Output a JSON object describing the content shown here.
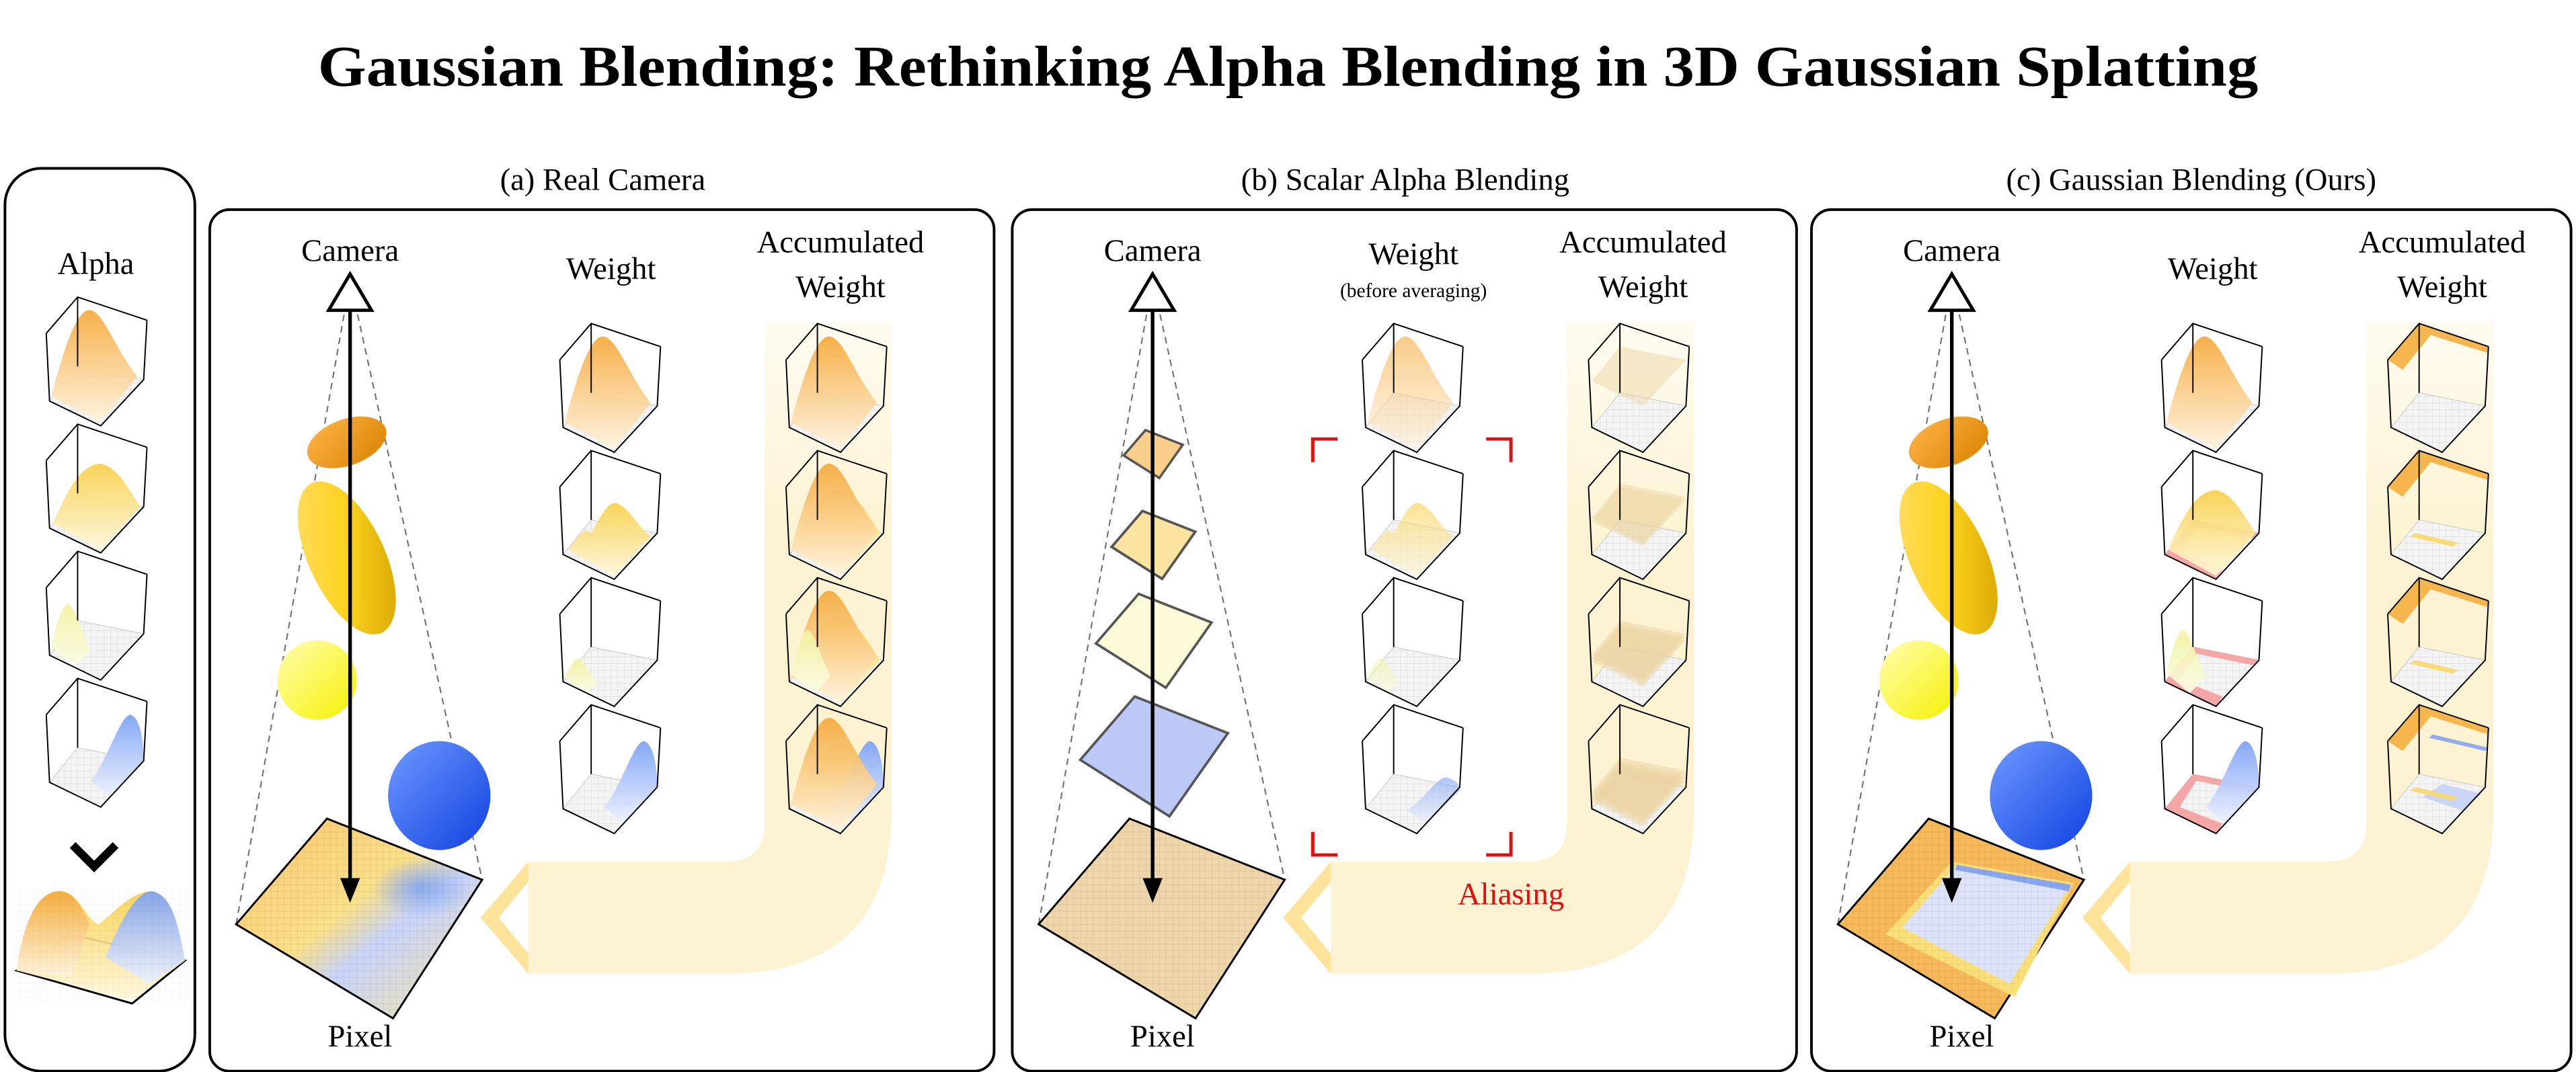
{
  "title": "Gaussian Blending: Rethinking Alpha Blending in 3D Gaussian Splatting",
  "alpha_panel": {
    "label": "Alpha"
  },
  "panels": [
    {
      "caption": "(a) Real Camera",
      "camera": "Camera",
      "weight": "Weight",
      "accumulated": [
        "Accumulated",
        "Weight"
      ],
      "pixel": "Pixel"
    },
    {
      "caption": "(b) Scalar Alpha Blending",
      "camera": "Camera",
      "weight": "Weight",
      "weight_note": "(before averaging)",
      "accumulated": [
        "Accumulated",
        "Weight"
      ],
      "pixel": "Pixel",
      "annotation": "Aliasing"
    },
    {
      "caption": "(c) Gaussian Blending (Ours)",
      "camera": "Camera",
      "weight": "Weight",
      "accumulated": [
        "Accumulated",
        "Weight"
      ],
      "pixel": "Pixel"
    }
  ],
  "colors": {
    "orange": "#f5a623",
    "yellow": "#f7d23e",
    "pale_yellow": "#f8f870",
    "blue": "#2f6bf0",
    "band": "#fdf3d2",
    "band_arrow": "#fde49a",
    "aliasing_red": "#e01010",
    "invalid_red": "#f4a0a0"
  }
}
